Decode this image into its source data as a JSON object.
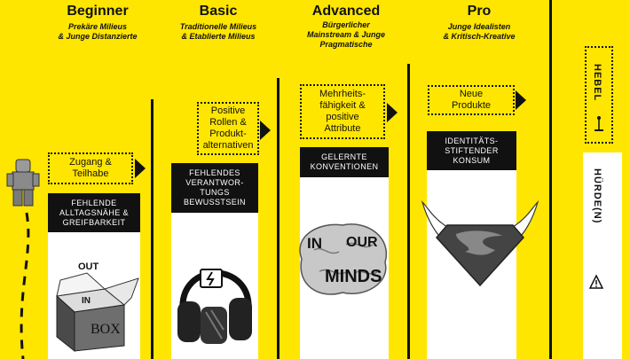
{
  "stages": [
    {
      "title": "Beginner",
      "subtitle": "Prekäre Milieus\n& Junge Distanzierte",
      "goal": "Zugang &\nTeilhabe",
      "barrier": "FEHLENDE\nALLTAGSNÄHE &\nGREIFBARKEIT",
      "image_icon": "out-of-box-icon",
      "image_text_top": "OUT",
      "image_text_mid": "IN",
      "image_text_box": "BOX"
    },
    {
      "title": "Basic",
      "subtitle": "Traditionelle Milieus\n& Etablierte Milieus",
      "goal": "Positive\nRollen &\nProdukt-\nalternativen",
      "barrier": "FEHLENDES\nVERANTWOR-\nTUNGS\nBEWUSSTSEIN",
      "image_icon": "headphones-icon"
    },
    {
      "title": "Advanced",
      "subtitle": "Bürgerlicher\nMainstream & Junge\nPragmatische",
      "goal": "Mehrheits-\nfähigkeit &\npositive\nAttribute",
      "barrier": "GELERNTE\nKONVENTIONEN",
      "image_icon": "brain-icon",
      "image_text_a": "IN",
      "image_text_b": "OUR",
      "image_text_c": "MINDS"
    },
    {
      "title": "Pro",
      "subtitle": "Junge Idealisten\n& Kritisch-Kreative",
      "goal": "Neue\nProdukte",
      "barrier": "IDENTITÄTS-\nSTIFTENDER\nKONSUM",
      "image_icon": "superman-shield-icon"
    }
  ],
  "side": {
    "lever": "HEBEL",
    "hurdle": "HÜRDE(N)"
  },
  "colors": {
    "background": "#FFE600",
    "dark": "#111111",
    "white": "#FFFFFF"
  }
}
